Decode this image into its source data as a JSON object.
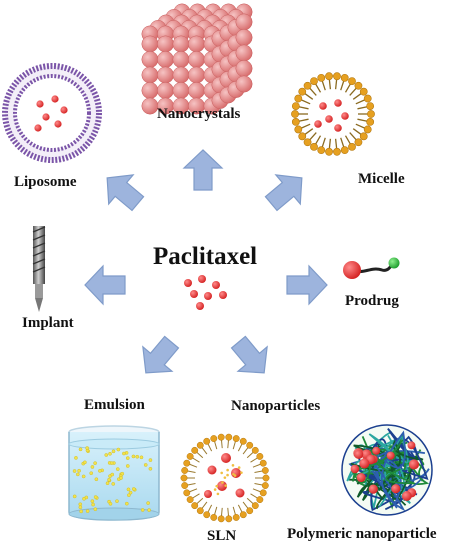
{
  "center": {
    "title": "Paclitaxel"
  },
  "labels": {
    "nanocrystals": "Nanocrystals",
    "micelle": "Micelle",
    "liposome": "Liposome",
    "prodrug": "Prodrug",
    "implant": "Implant",
    "emulsion": "Emulsion",
    "nanoparticles": "Nanoparticles",
    "sln": "SLN",
    "polymeric": "Polymeric nanoparticle"
  },
  "colors": {
    "arrow_fill": "#9db4dd",
    "arrow_stroke": "#7f9bc9",
    "drug_red": "#e23a3a",
    "crystal_pink": "#e48a8a",
    "lipid_gold": "#e6a020",
    "liposome_purple": "#7b55a8",
    "emulsion_blue": "#b9e2f5",
    "prodrug_green": "#22b33a"
  }
}
